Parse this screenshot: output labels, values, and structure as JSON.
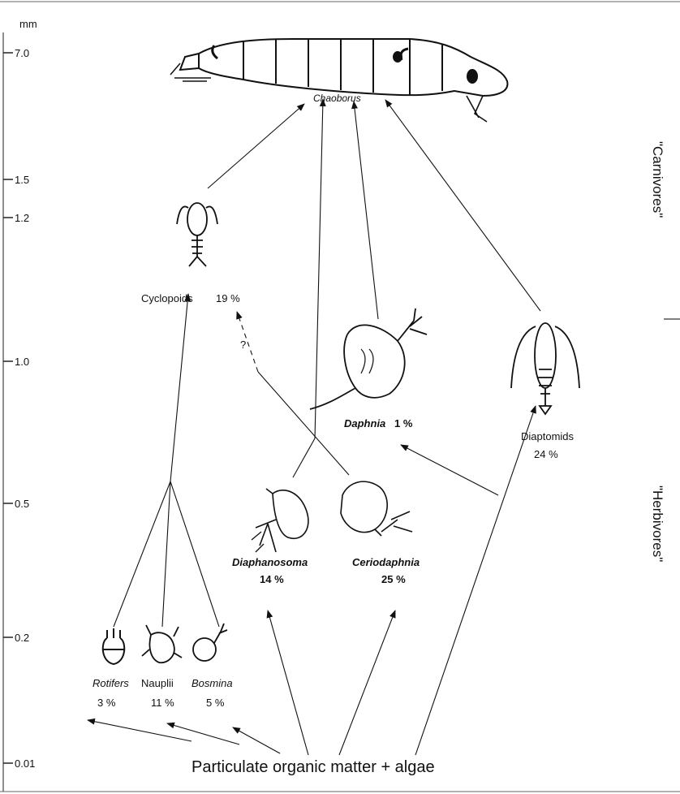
{
  "axis": {
    "unit": "mm",
    "ticks": [
      "7.0",
      "1.5",
      "1.2",
      "1.0",
      "0.5",
      "0.2",
      "0.01"
    ]
  },
  "side_labels": {
    "carnivores": "\"Carnivores\"",
    "herbivores": "\"Herbivores\""
  },
  "nodes": {
    "chaoborus": {
      "name": "Chaoborus"
    },
    "cyclopoids": {
      "name": "Cyclopoids",
      "percent": "19 %"
    },
    "daphnia": {
      "name": "Daphnia",
      "percent": "1 %"
    },
    "diaptomids": {
      "name": "Diaptomids",
      "percent": "24 %"
    },
    "diaphanosoma": {
      "name": "Diaphanosoma",
      "percent": "14 %"
    },
    "ceriodaphnia": {
      "name": "Ceriodaphnia",
      "percent": "25 %"
    },
    "rotifers": {
      "name": "Rotifers",
      "percent": "3 %"
    },
    "nauplii": {
      "name": "Nauplii",
      "percent": "11 %"
    },
    "bosmina": {
      "name": "Bosmina",
      "percent": "5 %"
    }
  },
  "uncertain_mark": "?",
  "base_label": "Particulate organic matter + algae"
}
